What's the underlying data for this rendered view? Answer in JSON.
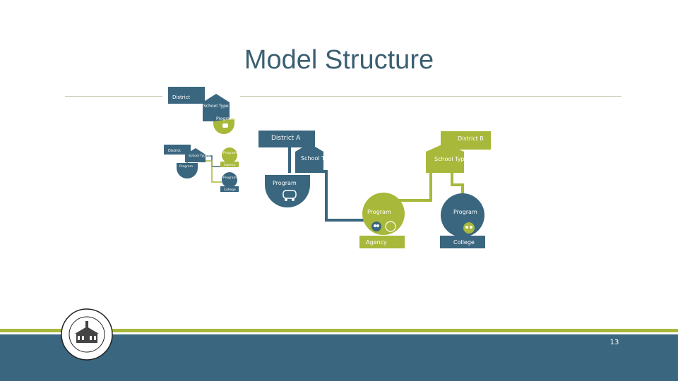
{
  "title": "Model Structure",
  "page_number": "13",
  "colors": {
    "dark_blue": "#3a667f",
    "lime": "#a8b83a",
    "footer_blue": "#3a667f",
    "title": "#3b5f72"
  },
  "small_diagram_top": {
    "district": "District",
    "school_type": "School Type K",
    "program": "Program"
  },
  "small_diagram_mid": {
    "district": "District",
    "school_type": "School Type K",
    "program_left": "Program",
    "program_agency": "Program",
    "agency": "Agency",
    "program_college": "Program",
    "college": "College"
  },
  "main_diagram": {
    "district_a": "District A",
    "district_b": "District B",
    "school_type_a": "School Type K",
    "school_type_b": "School Type K",
    "program_left": "Program",
    "program_agency": "Program",
    "agency": "Agency",
    "program_college": "Program",
    "college": "College"
  },
  "icons": [
    "bus-icon",
    "people-icon"
  ],
  "seal_icon": "state-seal-icon"
}
